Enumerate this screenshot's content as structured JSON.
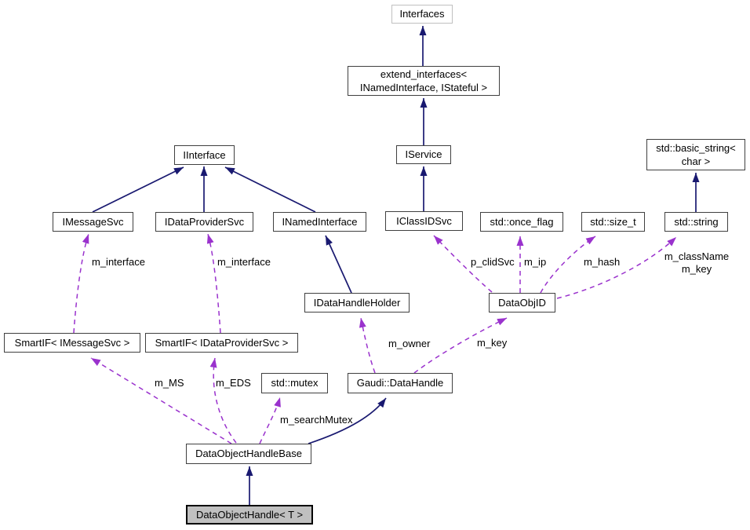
{
  "diagram": {
    "kind": "doxygen-collaboration-graph",
    "highlighted_node": "DataObjectHandle< T >"
  },
  "colors": {
    "inheritance_edge": "#191970",
    "usage_edge": "#9a32cd",
    "node_border": "#404040",
    "truncated_node_border": "#c0c0c0",
    "current_node_fill": "#c0c0c0",
    "background": "#ffffff",
    "text": "#000000"
  },
  "nodes": {
    "interfaces": {
      "label": "Interfaces"
    },
    "extend_interfaces": {
      "label": "extend_interfaces<\nINamedInterface, IStateful >"
    },
    "iservice": {
      "label": "IService"
    },
    "iinterface": {
      "label": "IInterface"
    },
    "imessagesvc": {
      "label": "IMessageSvc"
    },
    "idataprovidersvc": {
      "label": "IDataProviderSvc"
    },
    "inamedinterface": {
      "label": "INamedInterface"
    },
    "iclassidsvc": {
      "label": "IClassIDSvc"
    },
    "std_once_flag": {
      "label": "std::once_flag"
    },
    "std_size_t": {
      "label": "std::size_t"
    },
    "std_string": {
      "label": "std::string"
    },
    "std_basic_string": {
      "label": "std::basic_string<\nchar >"
    },
    "idatahandleholder": {
      "label": "IDataHandleHolder"
    },
    "dataobjid": {
      "label": "DataObjID"
    },
    "smartif_imessagesvc": {
      "label": "SmartIF< IMessageSvc >"
    },
    "smartif_idataprovidersvc": {
      "label": "SmartIF< IDataProviderSvc >"
    },
    "std_mutex": {
      "label": "std::mutex"
    },
    "gaudi_datahandle": {
      "label": "Gaudi::DataHandle"
    },
    "dataobjecthandlebase": {
      "label": "DataObjectHandleBase"
    },
    "dataobjecthandle_t": {
      "label": "DataObjectHandle< T >"
    }
  },
  "edges": [
    {
      "from": "extend_interfaces< INamedInterface, IStateful >",
      "to": "Interfaces",
      "type": "inheritance"
    },
    {
      "from": "IService",
      "to": "extend_interfaces< INamedInterface, IStateful >",
      "type": "inheritance"
    },
    {
      "from": "IClassIDSvc",
      "to": "IService",
      "type": "inheritance"
    },
    {
      "from": "IMessageSvc",
      "to": "IInterface",
      "type": "inheritance"
    },
    {
      "from": "IDataProviderSvc",
      "to": "IInterface",
      "type": "inheritance"
    },
    {
      "from": "INamedInterface",
      "to": "IInterface",
      "type": "inheritance"
    },
    {
      "from": "IDataHandleHolder",
      "to": "INamedInterface",
      "type": "inheritance"
    },
    {
      "from": "std::string",
      "to": "std::basic_string< char >",
      "type": "inheritance"
    },
    {
      "from": "DataObjectHandleBase",
      "to": "Gaudi::DataHandle",
      "type": "inheritance"
    },
    {
      "from": "DataObjectHandle< T >",
      "to": "DataObjectHandleBase",
      "type": "inheritance"
    },
    {
      "from": "SmartIF< IMessageSvc >",
      "to": "IMessageSvc",
      "type": "usage",
      "label": "m_interface"
    },
    {
      "from": "SmartIF< IDataProviderSvc >",
      "to": "IDataProviderSvc",
      "type": "usage",
      "label": "m_interface"
    },
    {
      "from": "DataObjID",
      "to": "IClassIDSvc",
      "type": "usage",
      "label": "p_clidSvc"
    },
    {
      "from": "DataObjID",
      "to": "std::once_flag",
      "type": "usage",
      "label": "m_ip"
    },
    {
      "from": "DataObjID",
      "to": "std::size_t",
      "type": "usage",
      "label": "m_hash"
    },
    {
      "from": "DataObjID",
      "to": "std::string",
      "type": "usage",
      "label": "m_className\nm_key"
    },
    {
      "from": "Gaudi::DataHandle",
      "to": "IDataHandleHolder",
      "type": "usage",
      "label": "m_owner"
    },
    {
      "from": "Gaudi::DataHandle",
      "to": "DataObjID",
      "type": "usage",
      "label": "m_key"
    },
    {
      "from": "DataObjectHandleBase",
      "to": "SmartIF< IMessageSvc >",
      "type": "usage",
      "label": "m_MS"
    },
    {
      "from": "DataObjectHandleBase",
      "to": "SmartIF< IDataProviderSvc >",
      "type": "usage",
      "label": "m_EDS"
    },
    {
      "from": "DataObjectHandleBase",
      "to": "std::mutex",
      "type": "usage",
      "label": "m_searchMutex"
    }
  ]
}
